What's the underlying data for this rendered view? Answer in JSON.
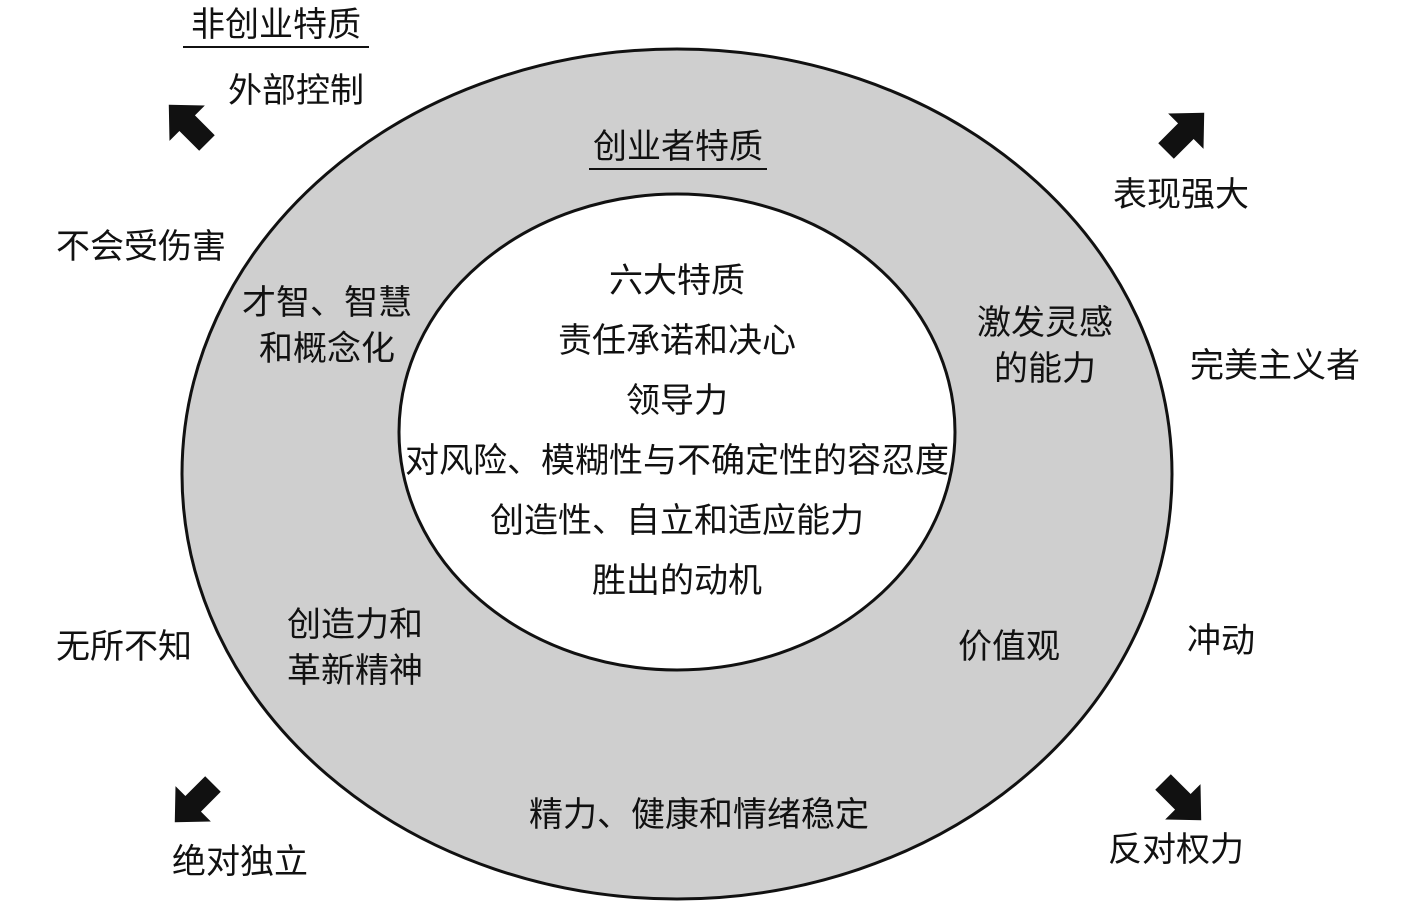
{
  "outer_section": {
    "title": "非创业特质",
    "traits": {
      "external_control": "外部控制",
      "invulnerable": "不会受伤害",
      "omniscient": "无所不知",
      "absolute_independence": "绝对独立",
      "show_strength": "表现强大",
      "perfectionist": "完美主义者",
      "impulsive": "冲动",
      "anti_authority": "反对权力"
    }
  },
  "ring_section": {
    "title": "创业者特质",
    "traits": {
      "intelligence_line1": "才智、智慧",
      "intelligence_line2": "和概念化",
      "inspire_line1": "激发灵感",
      "inspire_line2": "的能力",
      "creativity_line1": "创造力和",
      "creativity_line2": "革新精神",
      "values": "价值观",
      "energy": "精力、健康和情绪稳定"
    }
  },
  "core_section": {
    "lines": [
      "六大特质",
      "责任承诺和决心",
      "领导力",
      "对风险、模糊性与不确定性的容忍度",
      "创造性、自立和适应能力",
      "胜出的动机"
    ]
  },
  "colors": {
    "ring_fill": "#cfcfcf",
    "stroke": "#111111",
    "arrow_fill": "#111111",
    "core_fill": "#ffffff"
  }
}
